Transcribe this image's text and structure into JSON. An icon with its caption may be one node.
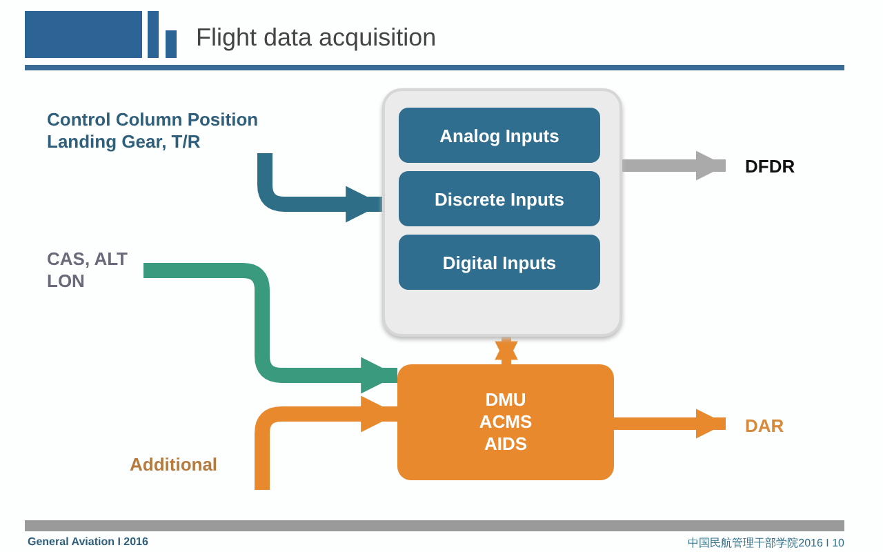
{
  "diagram": {
    "title": "Flight data acquisition",
    "nodes": [
      {
        "text": [
          "Control Column Position Landing Gear, T/R"
        ]
      },
      {
        "text": [],
        "shape": "box"
      },
      {
        "text": [
          "Analog Inputs"
        ],
        "in": 1
      },
      {
        "text": [
          "Discrete Inputs"
        ],
        "in": 1
      },
      {
        "text": [
          "Digital Inputs"
        ],
        "in": 1
      },
      {
        "text": [
          "CAS, ALT LON"
        ]
      },
      {
        "text": [
          "DMU",
          "ACMS",
          "AIDS"
        ]
      },
      {
        "text": [
          "Additional"
        ]
      },
      {
        "text": [
          "DFDR"
        ]
      },
      {
        "text": [
          "DAR"
        ]
      }
    ],
    "edges": [
      {
        "from": 0,
        "to": 1,
        "arrow": "to",
        "color": "#2e6f87"
      },
      {
        "from": 5,
        "to": 6,
        "arrow": "to",
        "color": "#3a9a7e"
      },
      {
        "from": 7,
        "to": 6,
        "arrow": "to"
      },
      {
        "from": 1,
        "to": 6,
        "arrow": "both"
      },
      {
        "from": 1,
        "to": 8,
        "arrow": "to",
        "color": "#aaaaaa"
      },
      {
        "from": 6,
        "to": 9,
        "arrow": "to"
      }
    ],
    "labels": [
      "General Aviation I 2016",
      "中国民航管理干部学院2016 I 10"
    ]
  }
}
